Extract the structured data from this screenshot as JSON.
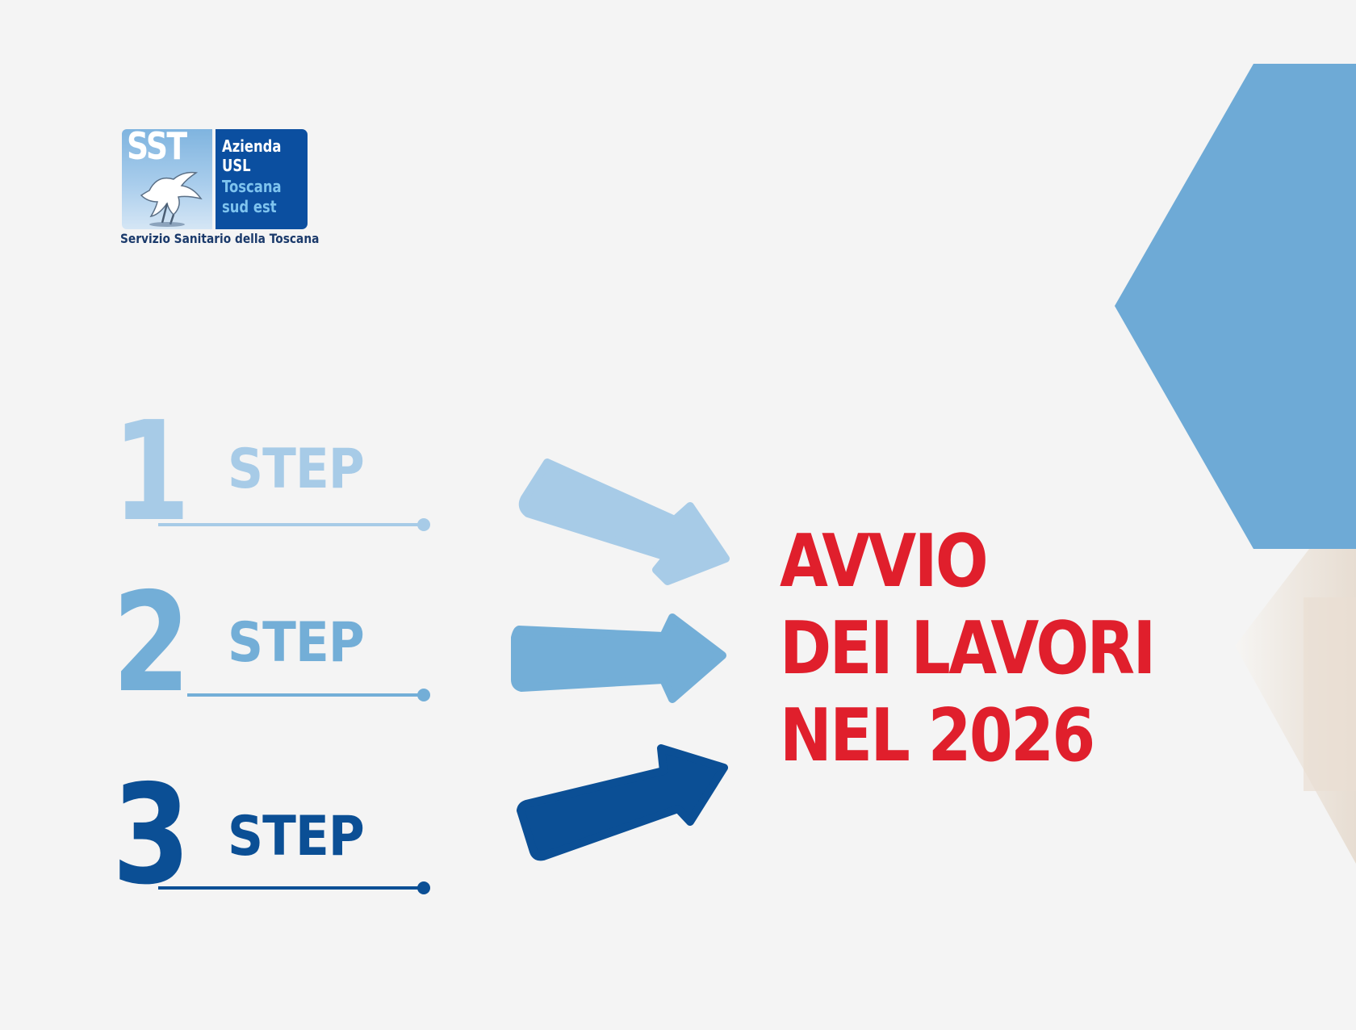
{
  "logo": {
    "mark": "SST",
    "line1": "Azienda",
    "line2": "USL",
    "line3": "Toscana",
    "line4": "sud est",
    "caption": "Servizio Sanitario della Toscana"
  },
  "steps": [
    {
      "number": "1",
      "label": "STEP",
      "color": "#a7cbe7"
    },
    {
      "number": "2",
      "label": "STEP",
      "color": "#73aed7"
    },
    {
      "number": "3",
      "label": "STEP",
      "color": "#0b4f95"
    }
  ],
  "headline": {
    "line1": "AVVIO",
    "line2": "DEI LAVORI",
    "line3": "NEL 2026",
    "color": "#e01f2c"
  },
  "colors": {
    "background": "#f4f4f4",
    "hexagon": "#6eaad6",
    "logo_blue": "#0b4fa0"
  },
  "icons": [
    "pegasus-icon",
    "arrow-right-icon",
    "arrow-right-icon",
    "arrow-right-icon"
  ]
}
